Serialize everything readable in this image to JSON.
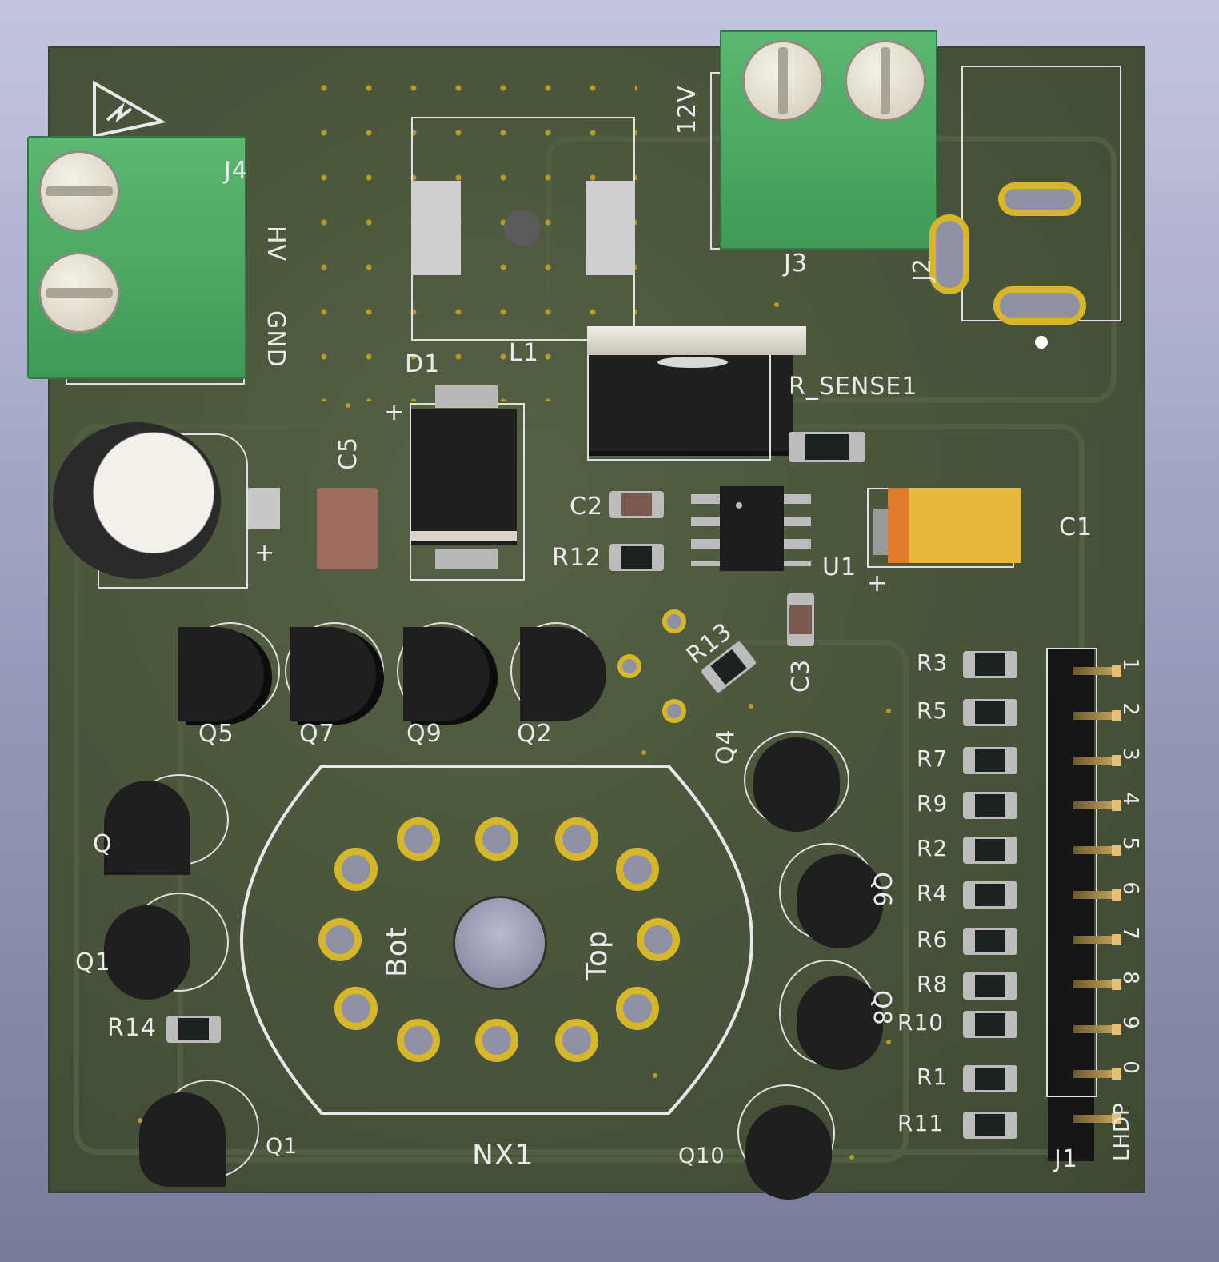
{
  "labels": {
    "j4": "J4",
    "hv": "HV",
    "gnd": "GND",
    "d1": "D1",
    "l1": "L1",
    "v12": "12V",
    "j3": "J3",
    "j2": "J2",
    "r_sense": "R_SENSE1",
    "c5": "C5",
    "c2": "C2",
    "r12": "R12",
    "u1": "U1",
    "c1": "C1",
    "r13": "R13",
    "c3": "C3",
    "q5": "Q5",
    "q7": "Q7",
    "q9": "Q9",
    "q2": "Q2",
    "q4": "Q4",
    "q6": "Q6",
    "q8": "Q8",
    "q10": "Q10",
    "q1": "Q1",
    "q_partial1": "Q",
    "q_partial2": "Q1",
    "r14": "R14",
    "nx1": "NX1",
    "bot": "Bot",
    "top": "Top",
    "j1": "J1",
    "lhdp": "LHDP",
    "plus1": "+",
    "plus2": "+",
    "plus3": "+"
  },
  "resistors": [
    "R3",
    "R5",
    "R7",
    "R9",
    "R2",
    "R4",
    "R6",
    "R8",
    "R10",
    "R1",
    "R11"
  ],
  "header_pins": [
    "1",
    "2",
    "3",
    "4",
    "5",
    "6",
    "7",
    "8",
    "9",
    "0"
  ],
  "colors": {
    "pcb": "#4a5438",
    "silkscreen": "#eaeaea",
    "pad_gold": "#d6b72c",
    "terminal_green": "#4aa862"
  }
}
